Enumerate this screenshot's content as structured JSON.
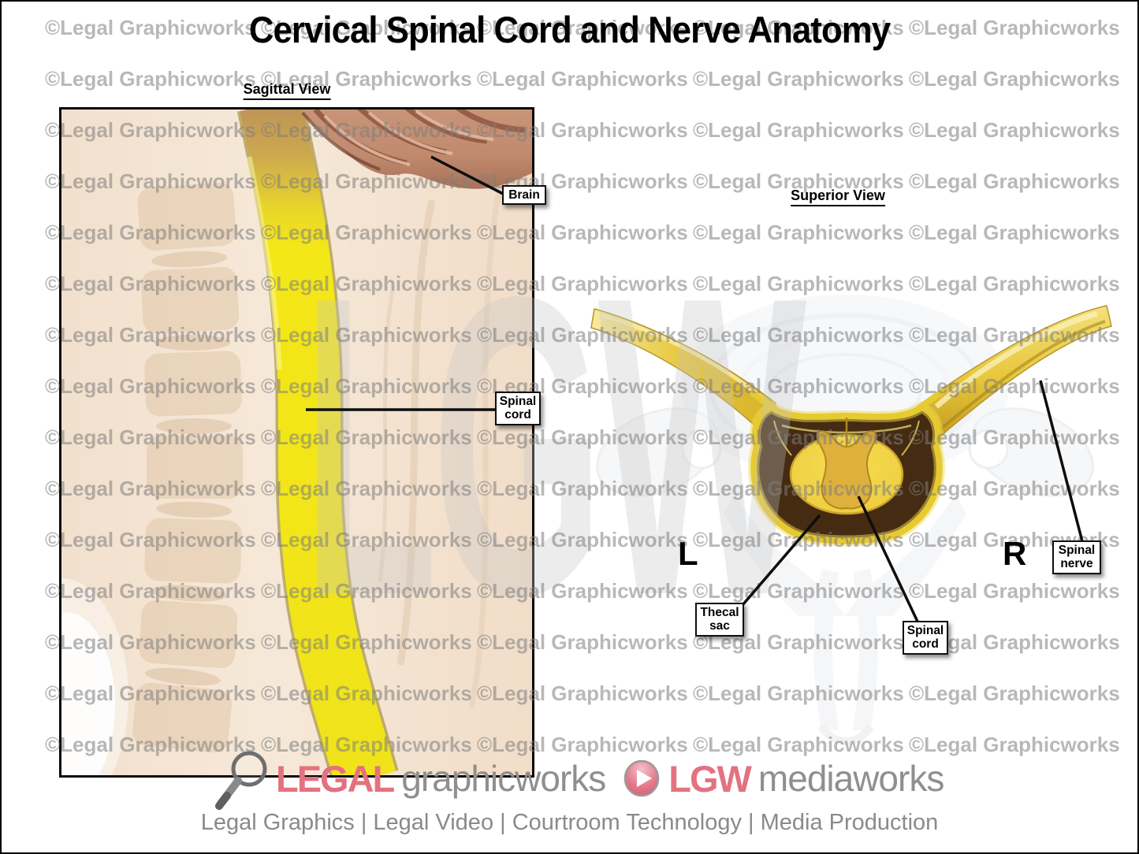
{
  "title": "Cervical Spinal Cord and Nerve Anatomy",
  "watermark": {
    "text": "©Legal Graphicworks",
    "big_text": "LGW"
  },
  "views": {
    "sagittal": {
      "heading": "Sagittal View",
      "labels": {
        "brain": "Brain",
        "spinal_cord": "Spinal cord"
      }
    },
    "superior": {
      "heading": "Superior View",
      "left_marker": "L",
      "right_marker": "R",
      "labels": {
        "thecal_sac": "Thecal sac",
        "spinal_cord": "Spinal cord",
        "spinal_nerve": "Spinal nerve"
      }
    }
  },
  "footer": {
    "brand1_accent": "LEGAL",
    "brand1_rest": "graphicworks",
    "brand2_accent": "LGW",
    "brand2_rest": "mediaworks",
    "tagline": "Legal Graphics | Legal Video | Courtroom Technology | Media Production",
    "icons": [
      "magnifier-icon",
      "play-icon"
    ]
  },
  "colors": {
    "accent_pink": "#e4717f",
    "watermark_gray": "#7d7d7d",
    "cord_yellow": "#f2e51e",
    "nerve_gold": "#e3bd2e",
    "dura_brown": "#452b11",
    "brain_pink": "#c28f75",
    "skin_beige": "#f4e5d5",
    "label_border": "#0f0f0f",
    "tagline_gray": "#8a8a8a"
  }
}
